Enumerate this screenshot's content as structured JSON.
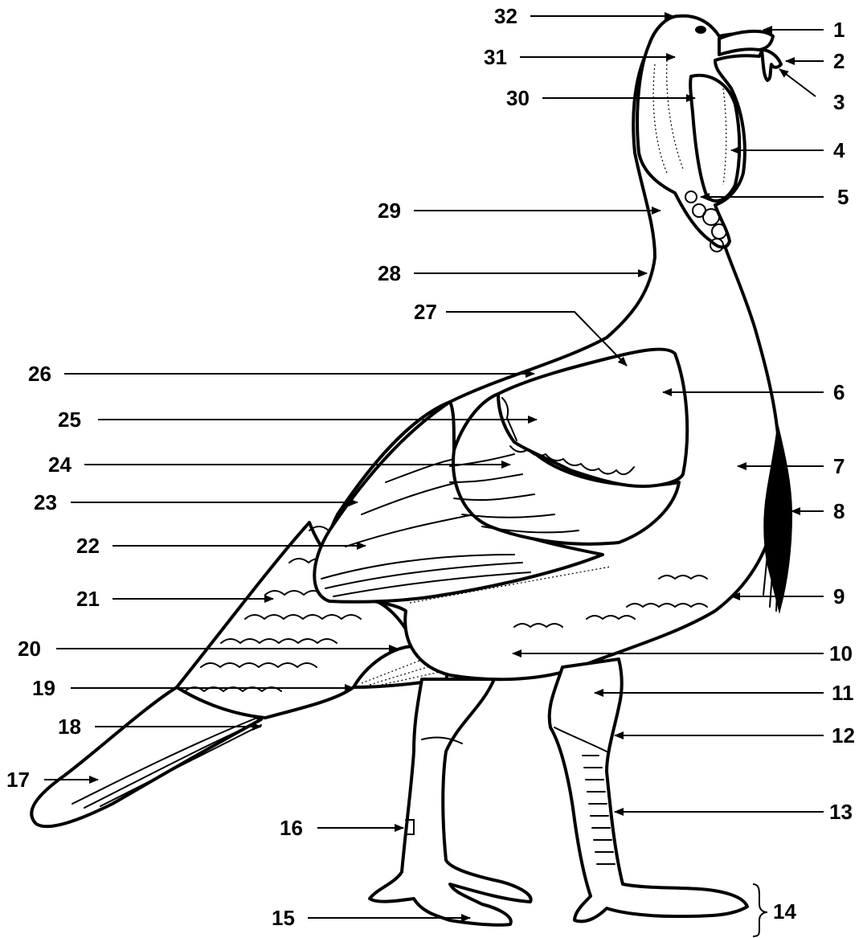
{
  "diagram": {
    "subject": "turkey",
    "labels": [
      {
        "id": "1",
        "text": "1"
      },
      {
        "id": "2",
        "text": "2"
      },
      {
        "id": "3",
        "text": "3"
      },
      {
        "id": "4",
        "text": "4"
      },
      {
        "id": "5",
        "text": "5"
      },
      {
        "id": "6",
        "text": "6"
      },
      {
        "id": "7",
        "text": "7"
      },
      {
        "id": "8",
        "text": "8"
      },
      {
        "id": "9",
        "text": "9"
      },
      {
        "id": "10",
        "text": "10"
      },
      {
        "id": "11",
        "text": "11"
      },
      {
        "id": "12",
        "text": "12"
      },
      {
        "id": "13",
        "text": "13"
      },
      {
        "id": "14",
        "text": "14"
      },
      {
        "id": "15",
        "text": "15"
      },
      {
        "id": "16",
        "text": "16"
      },
      {
        "id": "17",
        "text": "17"
      },
      {
        "id": "18",
        "text": "18"
      },
      {
        "id": "19",
        "text": "19"
      },
      {
        "id": "20",
        "text": "20"
      },
      {
        "id": "21",
        "text": "21"
      },
      {
        "id": "22",
        "text": "22"
      },
      {
        "id": "23",
        "text": "23"
      },
      {
        "id": "24",
        "text": "24"
      },
      {
        "id": "25",
        "text": "25"
      },
      {
        "id": "26",
        "text": "26"
      },
      {
        "id": "27",
        "text": "27"
      },
      {
        "id": "28",
        "text": "28"
      },
      {
        "id": "29",
        "text": "29"
      },
      {
        "id": "30",
        "text": "30"
      },
      {
        "id": "31",
        "text": "31"
      },
      {
        "id": "32",
        "text": "32"
      }
    ]
  }
}
